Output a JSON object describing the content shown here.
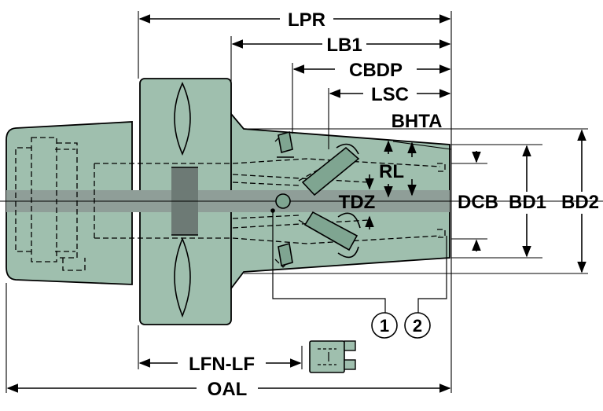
{
  "colors": {
    "body": "#9fbfae",
    "body_dark": "#7fa591",
    "center_band": "#8f9e98",
    "dark_block": "#6d7a75",
    "ink": "#000000",
    "background": "#ffffff"
  },
  "labels": {
    "lpr": "LPR",
    "lb1": "LB1",
    "cbdp": "CBDP",
    "lsc": "LSC",
    "bhta": "BHTA",
    "rl": "RL",
    "tdz": "TDZ",
    "dcb": "DCB",
    "bd1": "BD1",
    "bd2": "BD2",
    "lfn_lf": "LFN-LF",
    "oal": "OAL",
    "callout_1": "1",
    "callout_2": "2"
  },
  "icons": {
    "part_1": "set-screw-icon",
    "detail": "cartridge-insert-icon"
  }
}
